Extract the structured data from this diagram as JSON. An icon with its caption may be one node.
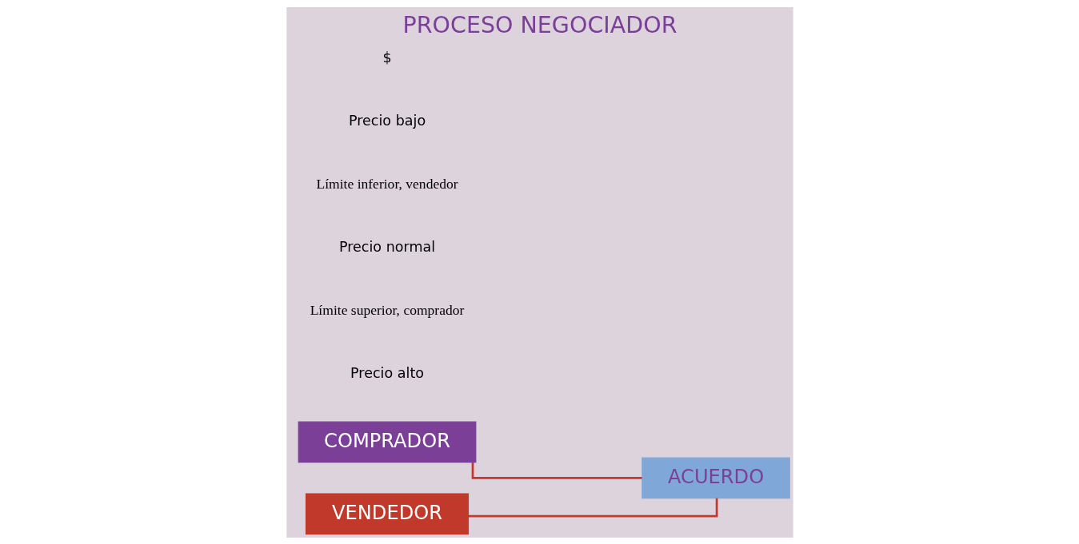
{
  "diagram": {
    "title": "PROCESO NEGOCIADOR",
    "nodes": [
      {
        "text": [
          "COMPRADOR"
        ]
      },
      {
        "text": [
          "VENDEDOR"
        ]
      },
      {
        "text": [
          "ACUERDO"
        ]
      }
    ],
    "edges": [
      {
        "from": 0,
        "to": 2,
        "arrow": "none",
        "color": "#c8382a"
      },
      {
        "from": 1,
        "to": 2,
        "arrow": "none",
        "color": "#c8382a"
      }
    ],
    "labels": [
      "$",
      "Precio bajo",
      "Límite inferior, vendedor",
      "Precio normal",
      "Límite superior, comprador",
      "Precio alto"
    ]
  }
}
